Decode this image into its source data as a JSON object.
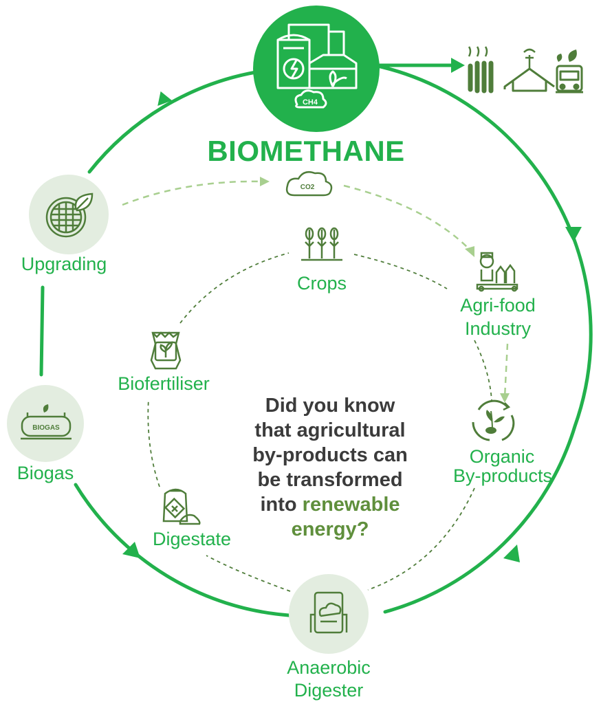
{
  "title": "BIOMETHANE",
  "hub": {
    "gas_label": "CH4"
  },
  "co2": {
    "label": "CO2"
  },
  "nodes": {
    "upgrading": "Upgrading",
    "biogas": "Biogas",
    "biogas_tank_text": "BIOGAS",
    "anaerobic_line1": "Anaerobic",
    "anaerobic_line2": "Digester",
    "crops": "Crops",
    "agrifood_line1": "Agri-food",
    "agrifood_line2": "Industry",
    "organic_line1": "Organic",
    "organic_line2": "By-products",
    "biofertiliser": "Biofertiliser",
    "digestate": "Digestate"
  },
  "question": {
    "line1": "Did you know",
    "line2": "that agricultural",
    "line3": "by-products can",
    "line4": "be transformed",
    "line5_prefix": "into ",
    "line5_highlight": "renewable",
    "line6_highlight": "energy",
    "line6_suffix": "?"
  },
  "colors": {
    "primary_green": "#22b14c",
    "light_circle": "#e3ede0",
    "icon_dark_green": "#4f7d3a",
    "dashed_light": "#a8cf8f",
    "dashed_dark": "#4f7d3a",
    "question_text": "#3b3b3b",
    "highlight": "#5f8f3c"
  },
  "icons": [
    "biogas-plant-icon",
    "radiator-icon",
    "house-icon",
    "bus-icon",
    "grill-leaf-icon",
    "biogas-tank-icon",
    "digester-icon",
    "co2-cloud-icon",
    "wheat-icon",
    "factory-icon",
    "recycle-icon",
    "fertiliser-bag-icon",
    "digestate-bag-icon"
  ]
}
